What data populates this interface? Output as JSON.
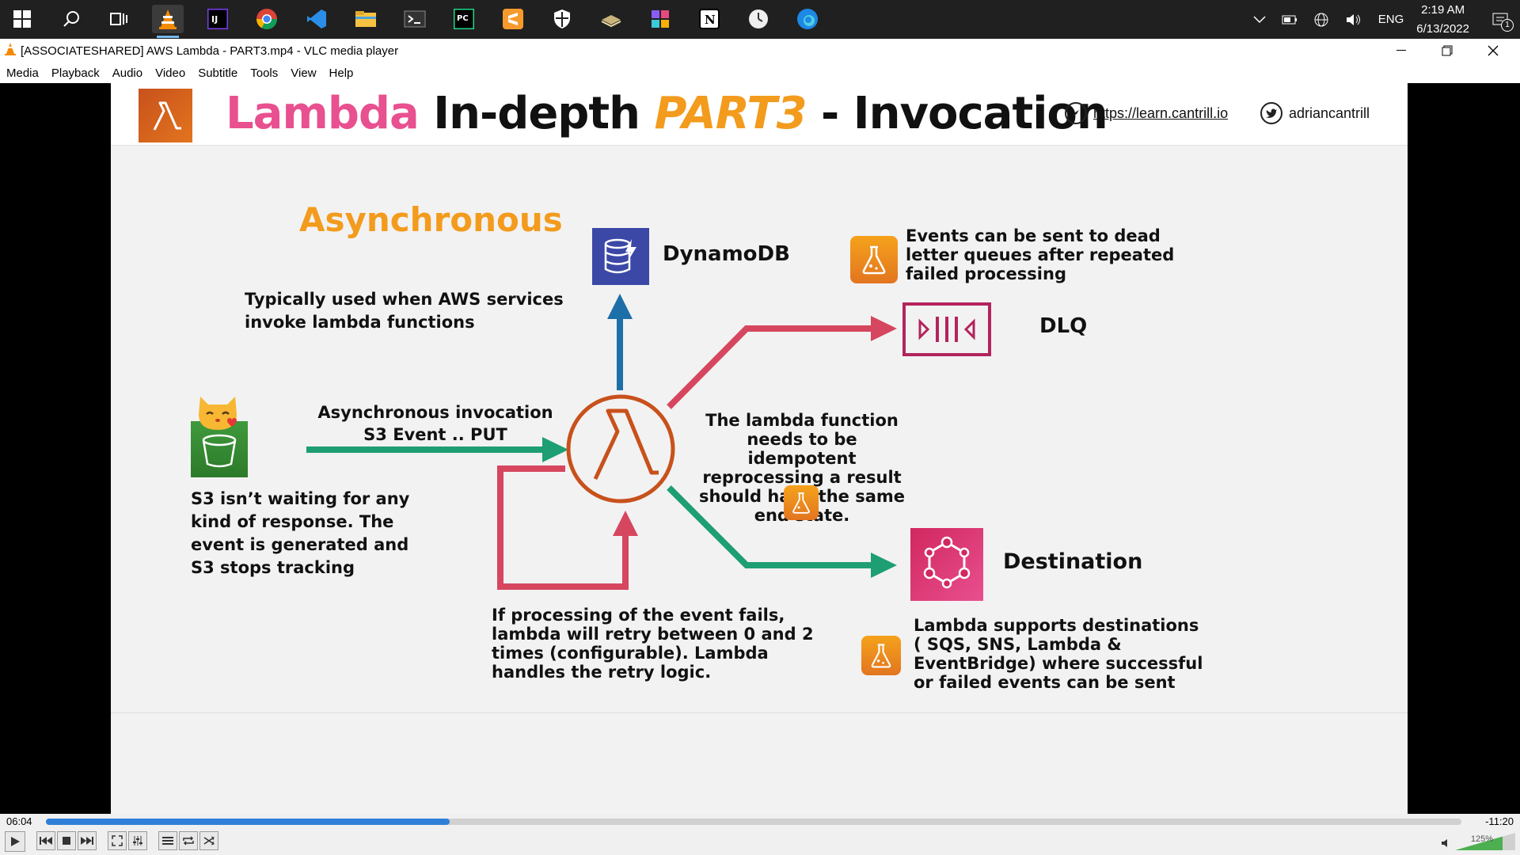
{
  "taskbar": {
    "apps": [
      {
        "name": "windows-start-icon"
      },
      {
        "name": "search-icon"
      },
      {
        "name": "task-view-icon"
      },
      {
        "name": "vlc-icon"
      },
      {
        "name": "intellij-icon"
      },
      {
        "name": "chrome-icon"
      },
      {
        "name": "vscode-icon"
      },
      {
        "name": "file-explorer-icon"
      },
      {
        "name": "terminal-icon"
      },
      {
        "name": "pycharm-icon"
      },
      {
        "name": "sublime-icon"
      },
      {
        "name": "security-icon"
      },
      {
        "name": "app-icon"
      },
      {
        "name": "app-icon-2"
      },
      {
        "name": "notion-icon"
      },
      {
        "name": "clock-app-icon"
      },
      {
        "name": "edge-icon"
      }
    ],
    "tray": {
      "language": "ENG",
      "time": "2:19 AM",
      "date": "6/13/2022",
      "notification_count": "1"
    }
  },
  "window": {
    "title": "[ASSOCIATESHARED] AWS Lambda - PART3.mp4 - VLC media player",
    "menu": [
      "Media",
      "Playback",
      "Audio",
      "Video",
      "Subtitle",
      "Tools",
      "View",
      "Help"
    ]
  },
  "slide": {
    "title": {
      "part1": "Lambda",
      "part2": " In-depth ",
      "part3": "PART3",
      "part4": " - Invocation"
    },
    "link": "https://learn.cantrill.io",
    "twitter": "adriancantrill",
    "heading": "Asynchronous",
    "subheading": [
      "Typically used when AWS services",
      "invoke lambda functions"
    ],
    "invocation_label": [
      "Asynchronous invocation",
      "S3 Event .. PUT"
    ],
    "s3_note": [
      "S3 isn’t waiting for any",
      "kind of response. The",
      "event is generated and",
      "S3 stops tracking"
    ],
    "dynamodb_label": "DynamoDB",
    "dlq_note": [
      "Events can be sent to dead",
      "letter queues after repeated",
      "failed processing"
    ],
    "dlq_label": "DLQ",
    "idempotent_note": [
      "The lambda function needs to be",
      "idempotent reprocessing a result",
      "should have the same end state."
    ],
    "retry_note": [
      "If processing of the event fails,",
      "lambda will retry between 0 and 2",
      "times (configurable). Lambda",
      "handles the retry logic."
    ],
    "destination_label": "Destination",
    "destination_note": [
      "Lambda supports destinations",
      "( SQS, SNS, Lambda &",
      "EventBridge) where successful",
      "or failed events can be sent"
    ]
  },
  "colors": {
    "pink": "#e8508f",
    "orange": "#f39b1d",
    "green": "#1e9e73",
    "red": "#d6465f",
    "blue": "#1d6fa8",
    "dynamo_bg": "#3b48a6",
    "dlq_border": "#b3245d",
    "destination_bg": "#e0306f"
  },
  "player": {
    "elapsed": "06:04",
    "remaining": "-11:20",
    "progress": 0.285,
    "volume": "125%"
  }
}
